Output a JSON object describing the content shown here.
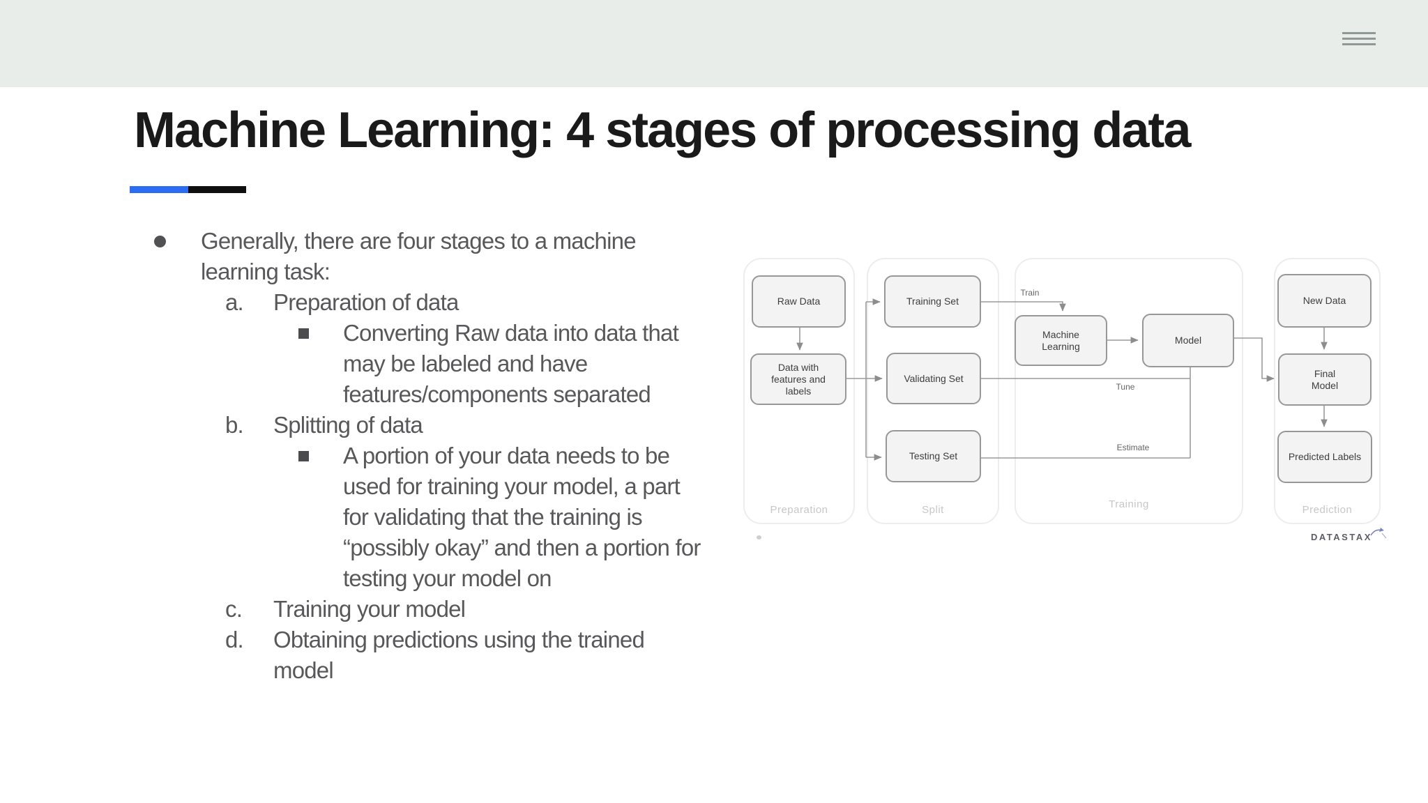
{
  "topbar": {
    "menu_icon": "hamburger-menu"
  },
  "slide": {
    "title": "Machine Learning: 4 stages of processing data",
    "accent_colors": {
      "blue": "#2b6cf3",
      "black": "#0f0f0f"
    },
    "bullets": [
      {
        "level": 1,
        "marker": "disc",
        "lines": [
          "Generally, there are four stages to a machine",
          "learning task:"
        ]
      },
      {
        "level": 2,
        "marker": "a.",
        "lines": [
          "Preparation of data"
        ]
      },
      {
        "level": 3,
        "marker": "square",
        "lines": [
          "Converting Raw data into data that",
          "may be labeled and have",
          "features/components separated"
        ]
      },
      {
        "level": 2,
        "marker": "b.",
        "lines": [
          "Splitting of data"
        ]
      },
      {
        "level": 3,
        "marker": "square",
        "lines": [
          "A portion of your data needs to be",
          "used for training your model, a part",
          "for validating that the training is",
          "“possibly okay” and then a portion for",
          "testing your model on"
        ]
      },
      {
        "level": 2,
        "marker": "c.",
        "lines": [
          "Training your model"
        ]
      },
      {
        "level": 2,
        "marker": "d.",
        "lines": [
          "Obtaining predictions using the trained",
          "model"
        ]
      }
    ]
  },
  "diagram": {
    "groups": [
      {
        "label": "Preparation"
      },
      {
        "label": "Split"
      },
      {
        "label": "Training"
      },
      {
        "label": "Prediction"
      }
    ],
    "nodes": {
      "raw_data": "Raw Data",
      "data_features": "Data with\nfeatures and\nlabels",
      "training_set": "Training Set",
      "validating_set": "Validating Set",
      "testing_set": "Testing Set",
      "machine_learning": "Machine\nLearning",
      "model": "Model",
      "new_data": "New Data",
      "final_model": "Final\nModel",
      "predicted_labels": "Predicted Labels"
    },
    "edge_labels": {
      "train": "Train",
      "tune": "Tune",
      "estimate": "Estimate"
    },
    "logo_text": "DATASTAX"
  }
}
